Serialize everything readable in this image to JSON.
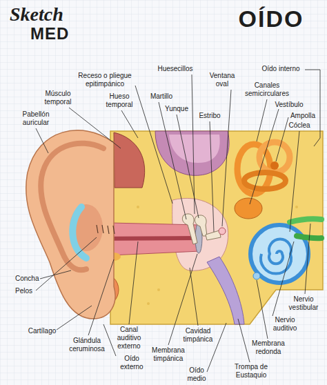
{
  "diagram": {
    "title": "OÍDO",
    "labels": [
      "Sketch",
      "MED",
      "Receso o pliegue epitimpánico",
      "Huesecillos",
      "Ventana oval",
      "Oído interno",
      "Músculo temporal",
      "Hueso temporal",
      "Martillo",
      "Yunque",
      "Estribo",
      "Canales semicirculares",
      "Vestíbulo",
      "Pabellón auricular",
      "Ampolla",
      "Cóclea",
      "Concha",
      "Pelos",
      "Cartílago",
      "Glándula ceruminosa",
      "Canal auditivo externo",
      "Oído externo",
      "Cavidad timpánica",
      "Membrana timpánica",
      "Membrana redonda",
      "Trompa de Eustaquio",
      "Nervio auditivo",
      "Nervio vestibular",
      "Oído medio"
    ]
  }
}
